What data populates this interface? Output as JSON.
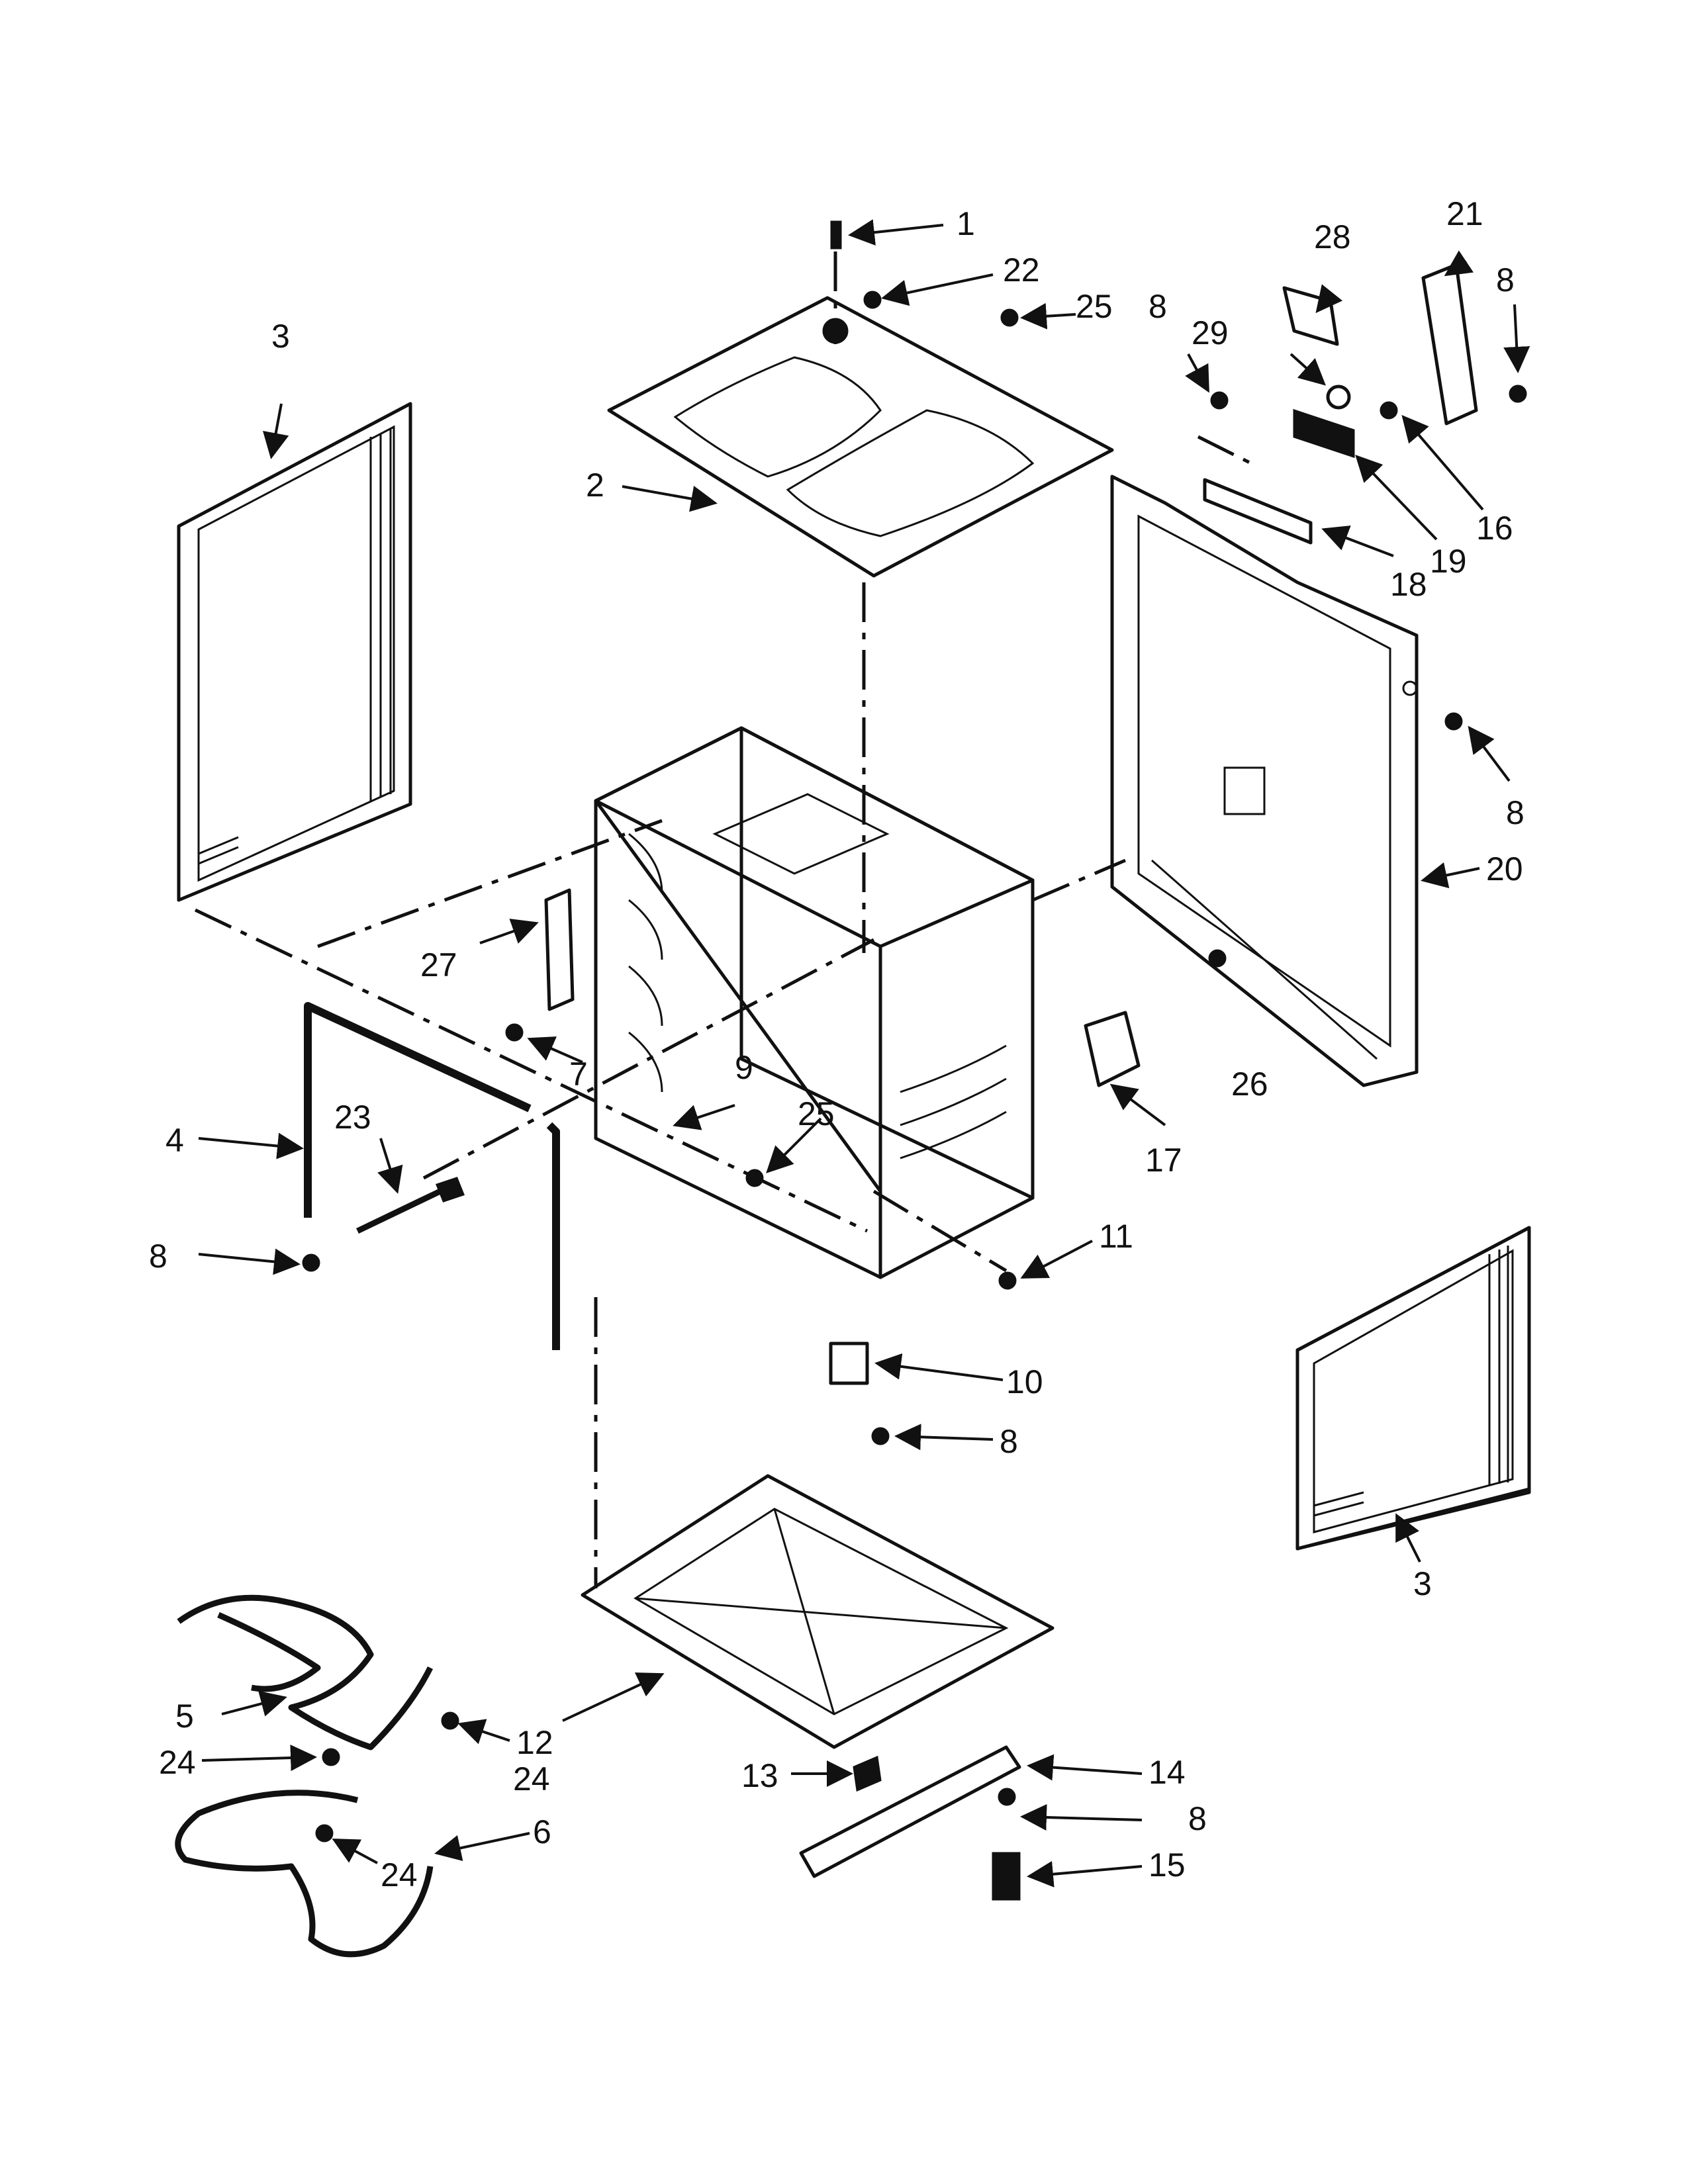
{
  "labels": {
    "l1": "1",
    "l2": "2",
    "l3a": "3",
    "l3b": "3",
    "l4": "4",
    "l5": "5",
    "l6": "6",
    "l7": "7",
    "l8a": "8",
    "l8b": "8",
    "l8c": "8",
    "l8d": "8",
    "l8e": "8",
    "l8f": "8",
    "l9": "9",
    "l10": "10",
    "l11": "11",
    "l12": "12",
    "l13": "13",
    "l14": "14",
    "l15": "15",
    "l16": "16",
    "l17": "17",
    "l18": "18",
    "l19": "19",
    "l20": "20",
    "l21": "21",
    "l22": "22",
    "l23": "23",
    "l24a": "24",
    "l24b": "24",
    "l24c": "24",
    "l25a": "25",
    "l25b": "25",
    "l26": "26",
    "l27": "27",
    "l28": "28",
    "l29": "29"
  }
}
